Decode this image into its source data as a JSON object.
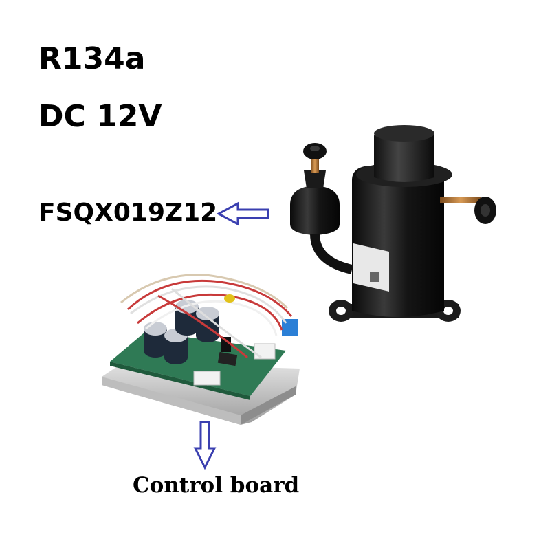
{
  "specs": {
    "refrigerant": "R134a",
    "voltage": "DC 12V"
  },
  "compressor": {
    "model": "FSQX019Z12"
  },
  "control_board": {
    "label": "Control board"
  },
  "colors": {
    "arrow": "#3a3fb0",
    "compressor_body": "#141414",
    "pcb_green": "#2f7a55",
    "copper": "#b87333"
  }
}
